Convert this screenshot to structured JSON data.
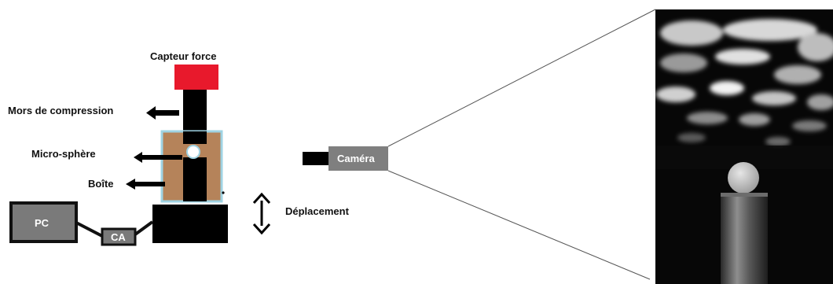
{
  "labels": {
    "sensor": "Capteur force",
    "jaws": "Mors de compression",
    "sphere": "Micro-sphère",
    "box": "Boîte",
    "displacement": "Déplacement",
    "pc": "PC",
    "ca": "CA",
    "camera": "Caméra"
  },
  "colors": {
    "sensor": "#e8192c",
    "box_fill": "#b5835a",
    "box_border": "#9fd3e3",
    "pc_fill": "#7a7a7a",
    "camera_fill": "#7f7f7f",
    "black": "#000000"
  },
  "icons": {
    "pointer_arrow": "left-arrow-icon",
    "displacement_arrow": "double-vertical-arrow-icon"
  }
}
